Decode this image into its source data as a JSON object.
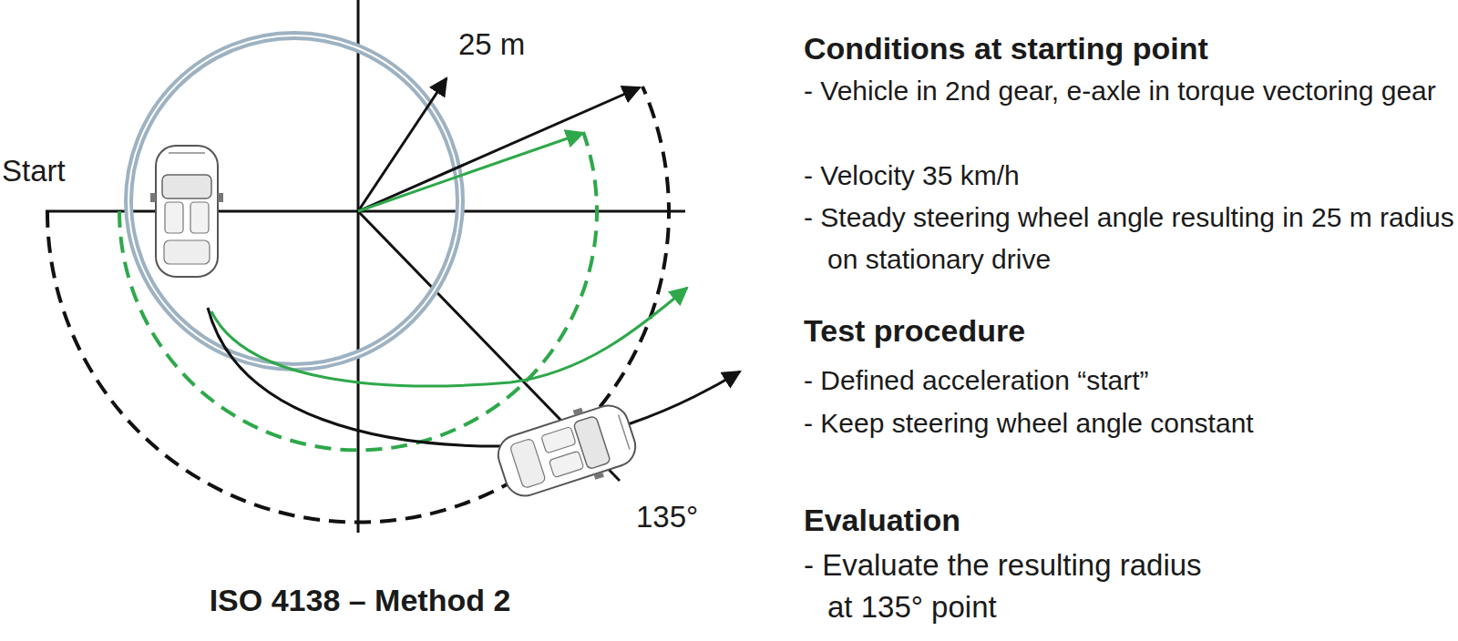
{
  "diagram": {
    "caption": "ISO 4138 – Method 2",
    "labels": [
      "25 m",
      "Start",
      "135°",
      "Conditions at starting point",
      "- Vehicle in 2nd gear, e-axle in torque vectoring gear",
      "- Velocity 35 km/h",
      "- Steady steering wheel angle resulting in 25 m radius on stationary drive",
      "Test procedure",
      "- Defined acceleration “start”",
      "- Keep steering wheel angle constant",
      "Evaluation",
      "- Evaluate the resulting radius at 135° point"
    ]
  }
}
